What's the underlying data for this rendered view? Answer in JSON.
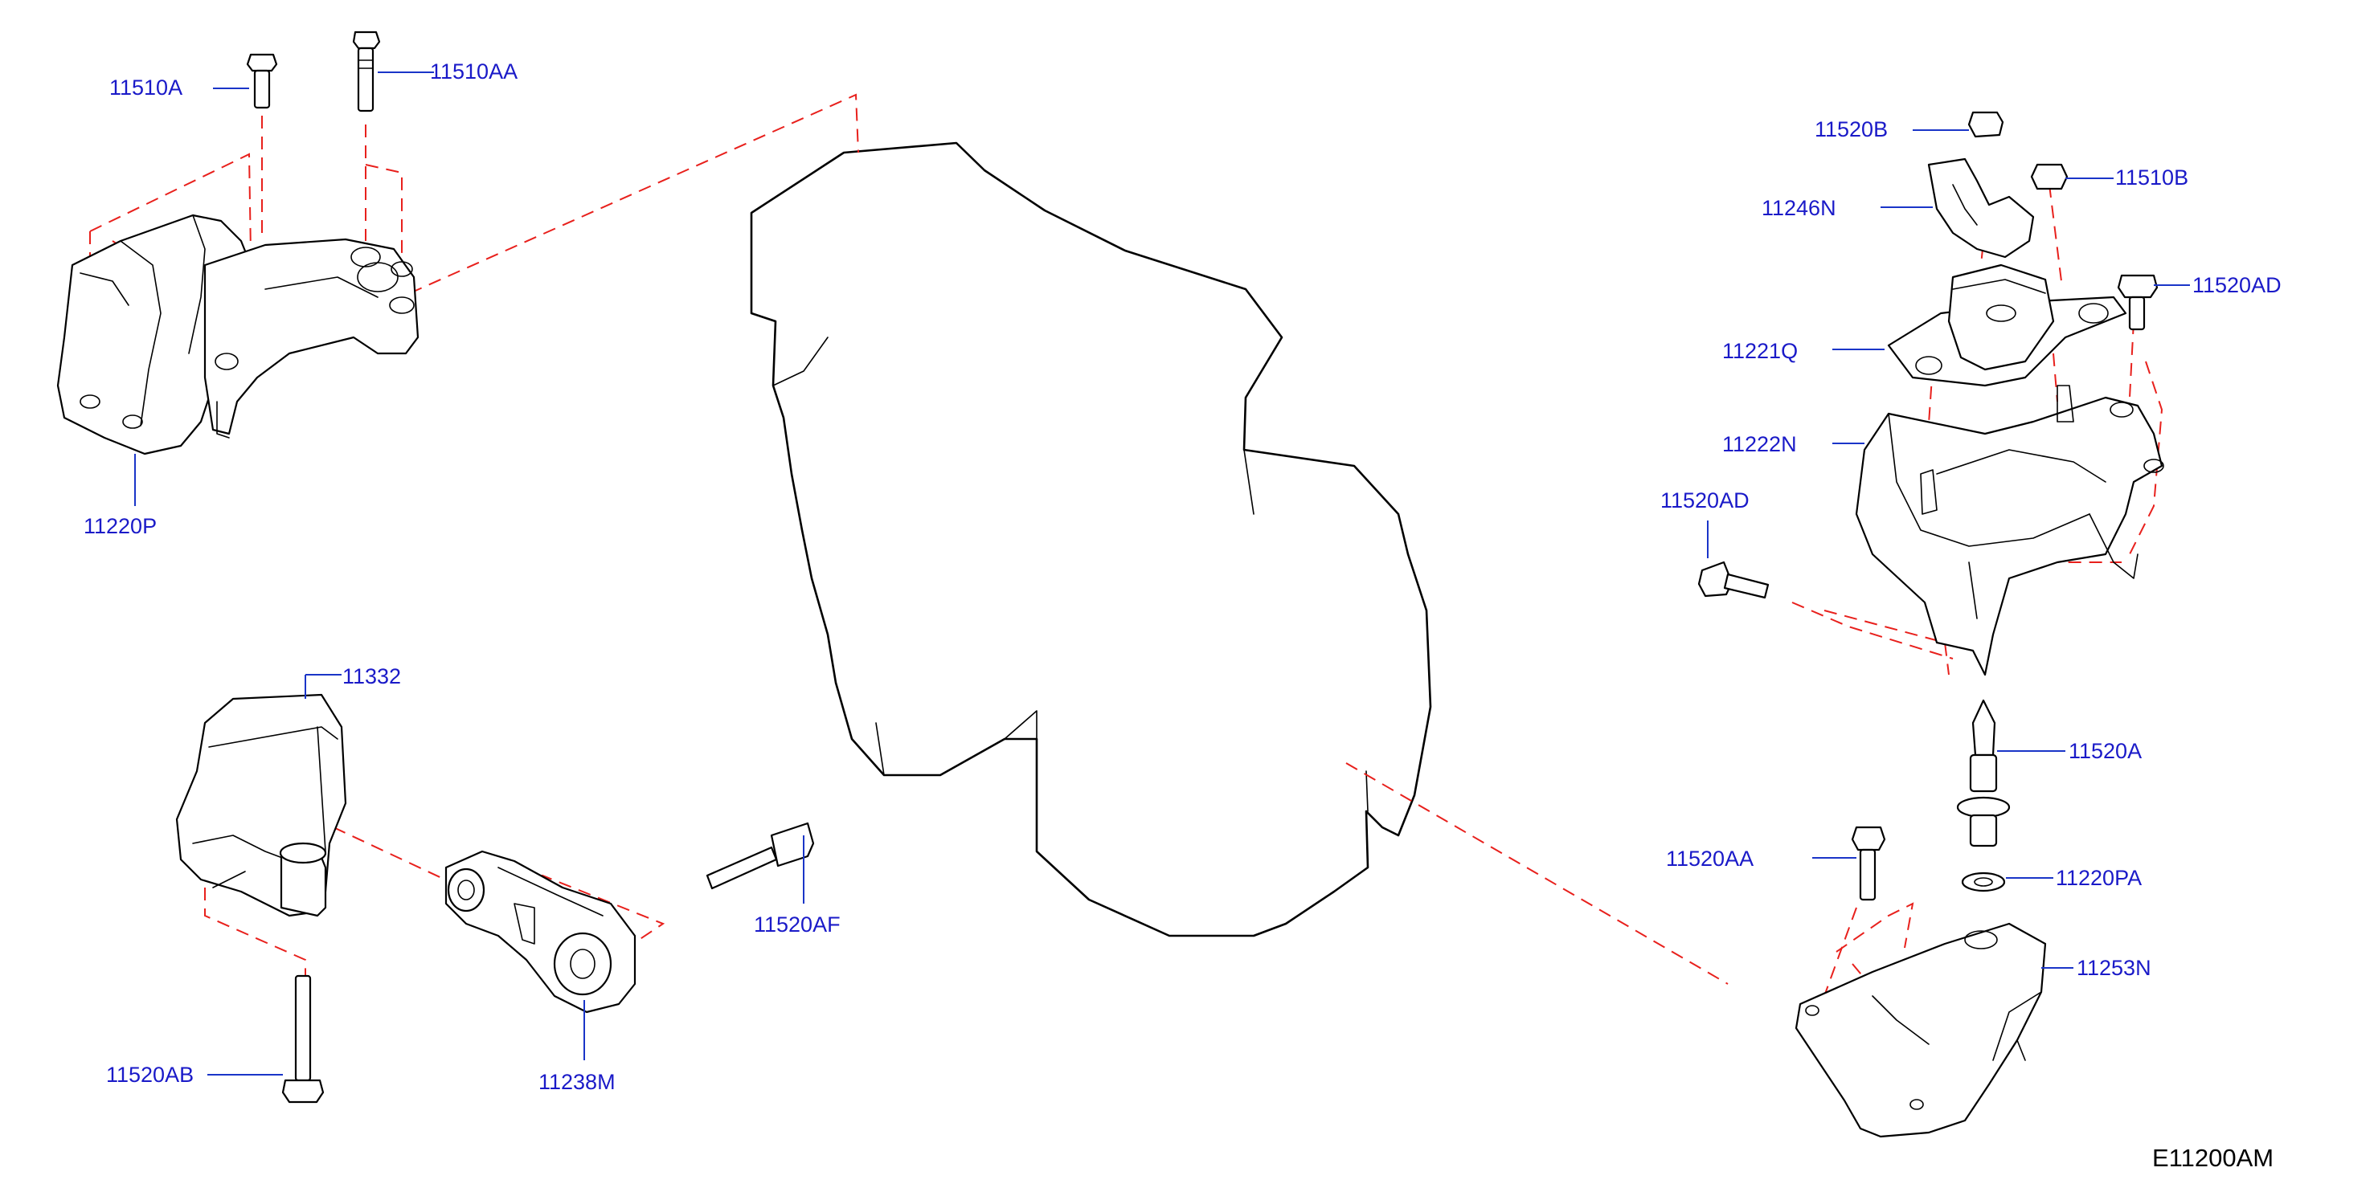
{
  "diagram": {
    "drawing_code": "E11200AM",
    "colors": {
      "callout": "#1a1ac8",
      "leader": "#1a35c8",
      "guide_dash": "#e8201c",
      "outline": "#000000"
    },
    "callouts": {
      "c11510A": "11510A",
      "c11510AA": "11510AA",
      "c11220P": "11220P",
      "c11520B": "11520B",
      "c11510B": "11510B",
      "c11246N": "11246N",
      "c11520AD_top": "11520AD",
      "c11221Q": "11221Q",
      "c11222N": "11222N",
      "c11520AD_left": "11520AD",
      "c11332": "11332",
      "c11520A": "11520A",
      "c11520AA": "11520AA",
      "c11220PA": "11220PA",
      "c11520AF": "11520AF",
      "c11253N": "11253N",
      "c11520AB": "11520AB",
      "c11238M": "11238M"
    }
  }
}
